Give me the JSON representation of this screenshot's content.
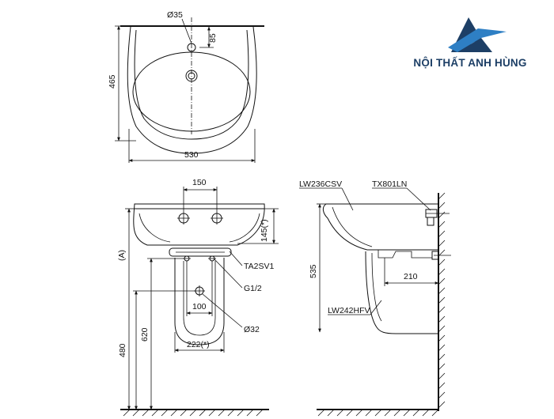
{
  "brand": {
    "name": "NỘI THẤT ANH HÙNG",
    "colors": {
      "dark": "#1d3f66",
      "accent": "#2e7fc4"
    }
  },
  "top_view": {
    "hole_diameter": "Ø35",
    "hole_offset": "85",
    "depth": "465",
    "width": "530"
  },
  "front_view": {
    "tap_spacing": "150",
    "height_top": "145(*)",
    "adjustable": "(A)",
    "fixing_set": "TA2SV1",
    "thread": "G1/2",
    "waste_spacing": "100",
    "waste_diameter": "Ø32",
    "pedestal_width": "222(*)",
    "height_620": "620",
    "height_480": "480"
  },
  "side_view": {
    "basin_model": "LW236CSV",
    "faucet_model": "TX801LN",
    "pedestal_model": "LW242HFV",
    "height_535": "535",
    "wall_distance": "210"
  }
}
